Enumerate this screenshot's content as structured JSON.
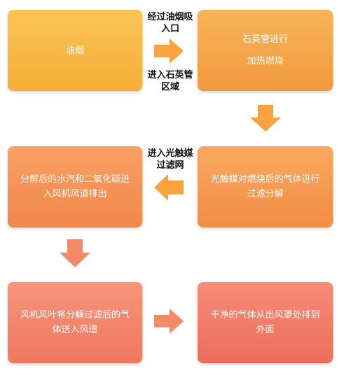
{
  "boxes": {
    "smoke": "油烟",
    "quartz_line1": "石英管进行",
    "quartz_line2": "加热燃烧",
    "catalyst": "光触媒对燃烧后的气体进行过滤分解",
    "decompose": "分解后的水汽和二氧化碳进入风机风道排出",
    "fan": "风机风叶将分解过滤后的气体送入风道",
    "clean": "干净的气体从出风罩处排到外面"
  },
  "labels": {
    "top_1": "经过油烟吸",
    "top_2": "入口",
    "bottom_1": "进入石英管",
    "bottom_2": "区域",
    "mid_1": "进入光触媒",
    "mid_2": "过滤网"
  },
  "colors": {
    "box1": "#f5ae37",
    "box2": "#f1993c",
    "box3": "#f28d45",
    "box4": "#f1874d",
    "box5": "#ef7760",
    "box6": "#ed6d5c",
    "arrow_orange": "#f7a43f",
    "arrow_salmon": "#f58a6a"
  }
}
